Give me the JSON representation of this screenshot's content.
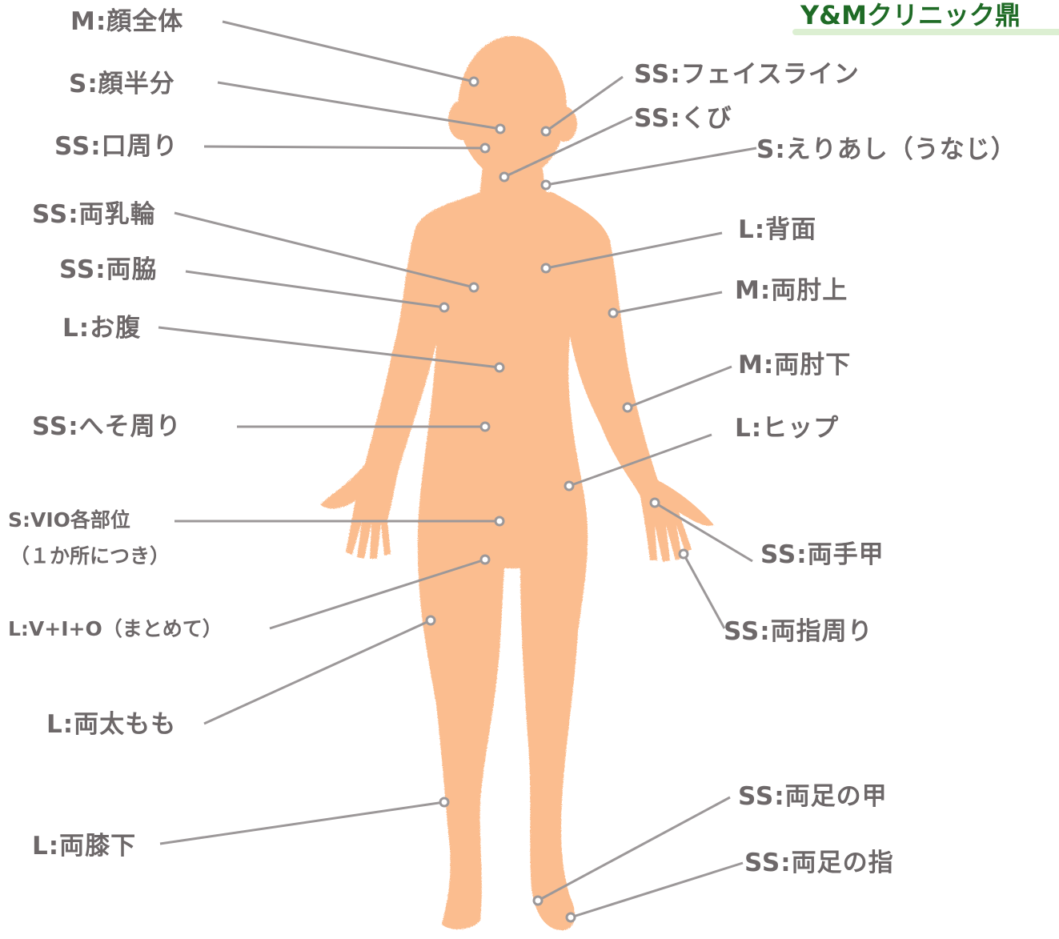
{
  "brand": {
    "name": "Y&Mクリニック",
    "suffix_visible": "鼎",
    "accent_color": "#1f6b26"
  },
  "colors": {
    "body": "#fbbd8f",
    "line": "#9c9899",
    "label": "#6d6869"
  },
  "labels": {
    "face_full": "M:顔全体",
    "face_half": "S:顔半分",
    "mouth": "SS:口周り",
    "both_nipples": "SS:両乳輪",
    "both_armpits": "SS:両脇",
    "abdomen": "L:お腹",
    "navel": "SS:へそ周り",
    "vio_each_1": "S:VIO各部位",
    "vio_each_2": "（１か所につき）",
    "vio_all": "L:V+I+O（まとめて）",
    "thighs": "L:両太もも",
    "below_knees": "L:両膝下",
    "face_line": "SS:フェイスライン",
    "neck": "SS:くび",
    "nape": "S:えりあし（うなじ）",
    "back": "L:背面",
    "upper_arms": "M:両肘上",
    "lower_arms": "M:両肘下",
    "hip": "L:ヒップ",
    "hands_back": "SS:両手甲",
    "fingers": "SS:両指周り",
    "feet_top": "SS:両足の甲",
    "toes": "SS:両足の指"
  }
}
